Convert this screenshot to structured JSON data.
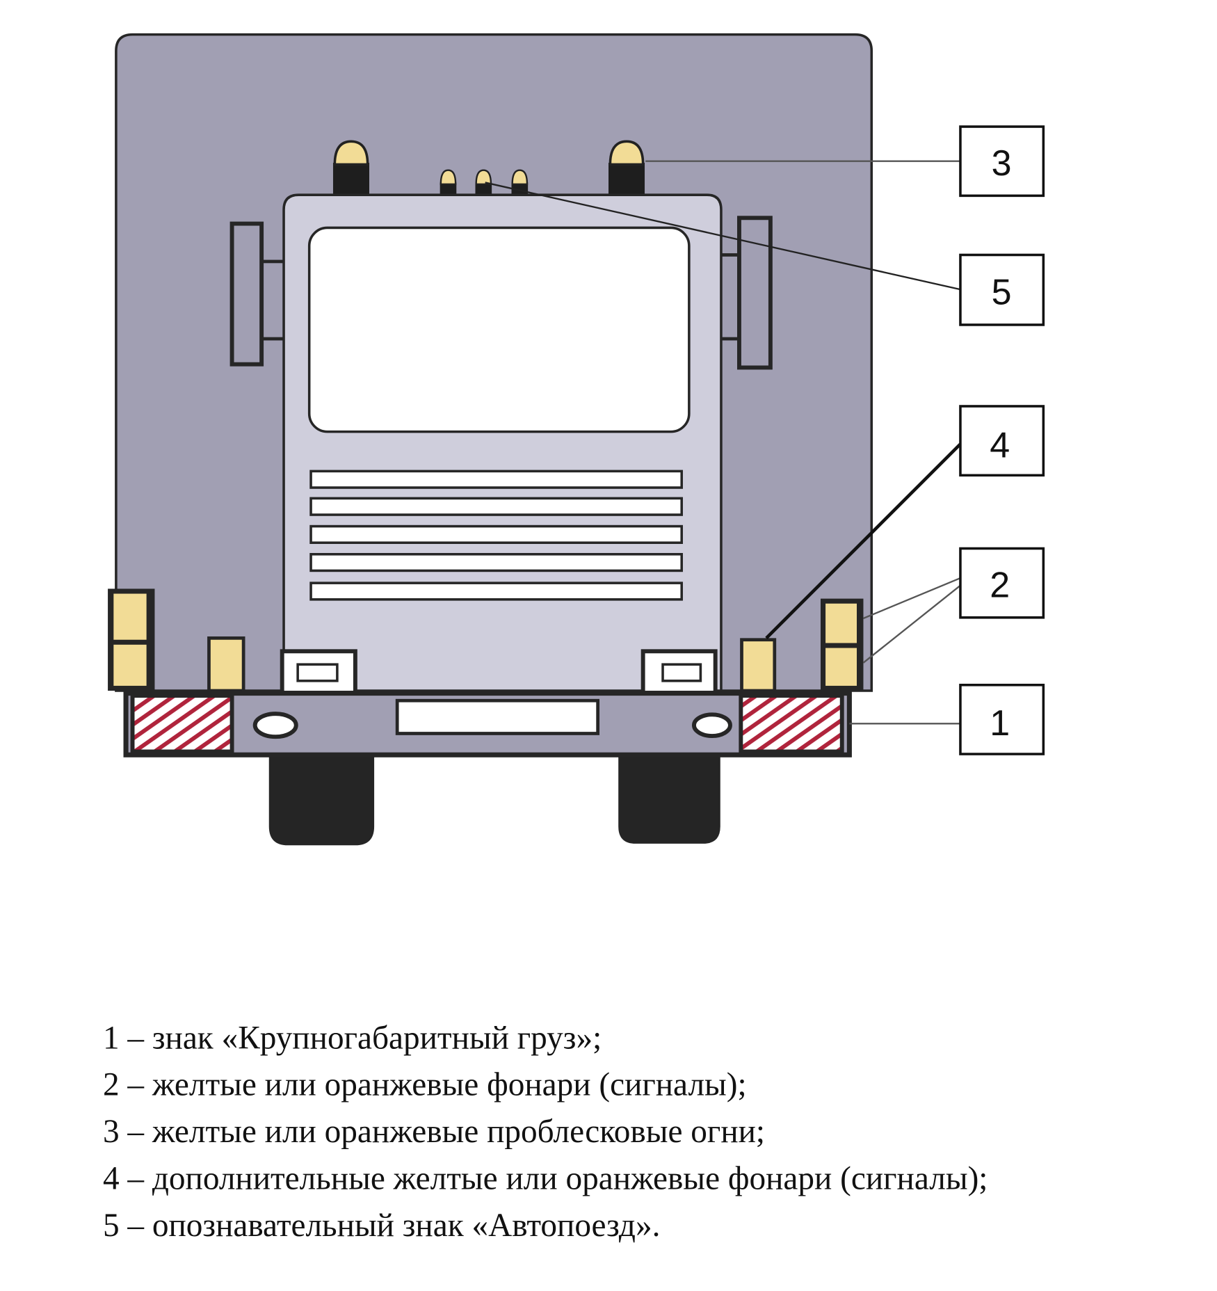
{
  "labels": [
    "3",
    "5",
    "4",
    "2",
    "1"
  ],
  "legend": [
    "1 – знак «Крупногабаритный груз»;",
    "2 – желтые или оранжевые фонари (сигналы);",
    "3 – желтые или оранжевые проблесковые огни;",
    "4 – дополнительные желтые или оранжевые фонари (сигналы);",
    "5 – опознавательный знак «Автопоезд»."
  ],
  "colors": {
    "body": "#a19fb3",
    "cab": "#cfcedc",
    "lamp": "#f2dc96",
    "hatch": "#b0243c",
    "outline": "#262626"
  }
}
